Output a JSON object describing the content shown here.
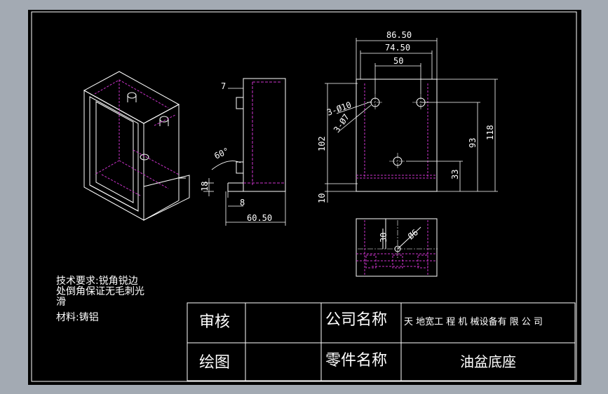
{
  "tech_notes": {
    "line1": "技术要求:锐角锐边",
    "line2": "处倒角保证无毛刺光",
    "line3": "滑",
    "material": "材料:铸铝"
  },
  "title_block": {
    "review_label": "审核",
    "drawing_label": "绘图",
    "company_label": "公司名称",
    "company_value": "天 地宽工 程 机 械设备有 限 公 司",
    "part_label": "零件名称",
    "part_value": "油盆底座"
  },
  "dimensions": {
    "side_top": "7",
    "side_angle": "60°",
    "side_height": "18",
    "side_inner": "8",
    "side_width": "60.50",
    "front_w1": "86.50",
    "front_w2": "74.50",
    "front_w3": "50",
    "hole_d10": "3-Ø10",
    "hole_d7": "3-Ø7",
    "front_h102": "102",
    "front_h10": "10",
    "front_h93": "93",
    "front_h118": "118",
    "front_h33": "33",
    "bottom_h30": "30",
    "bottom_d6": "Ø6"
  },
  "colors": {
    "line": "#ffffff",
    "hidden": "#cc33cc",
    "background": "#000000",
    "frame": "#a3aab3"
  }
}
